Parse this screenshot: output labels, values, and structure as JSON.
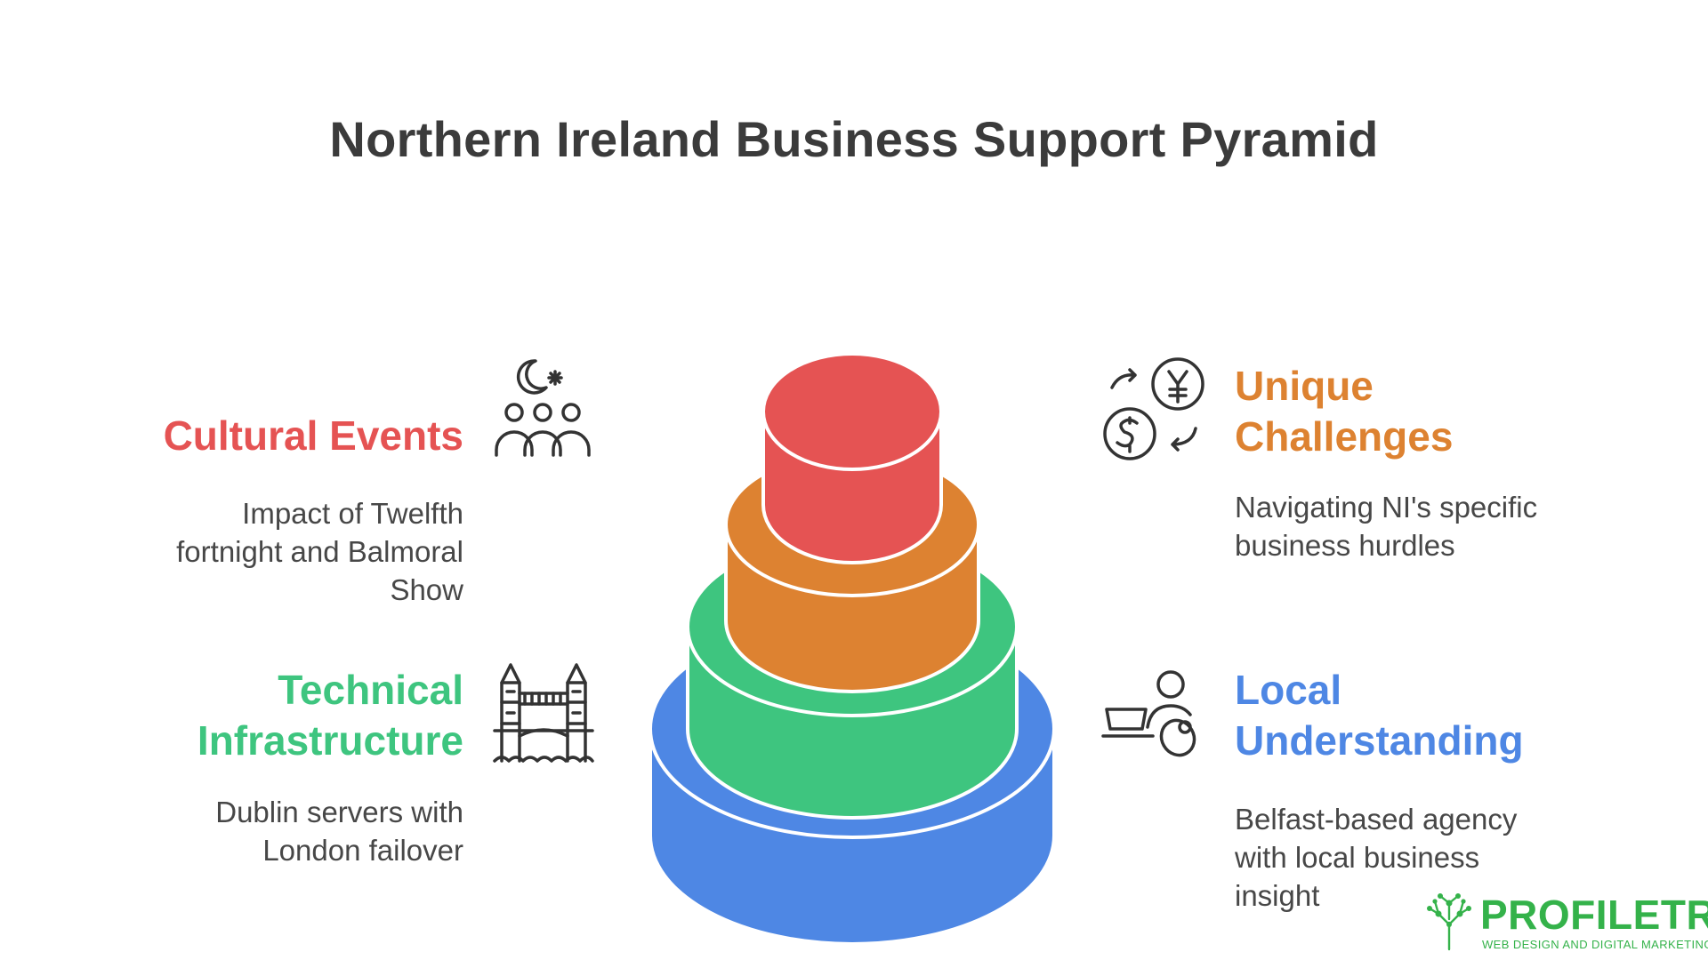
{
  "title": "Northern Ireland Business Support Pyramid",
  "tiers": [
    {
      "order": 1,
      "name": "red",
      "color": "#e55353"
    },
    {
      "order": 2,
      "name": "orange",
      "color": "#dd8231"
    },
    {
      "order": 3,
      "name": "green",
      "color": "#3ec57f"
    },
    {
      "order": 4,
      "name": "blue",
      "color": "#4e87e4"
    }
  ],
  "items": {
    "cultural_events": {
      "heading": "Cultural Events",
      "color": "#e55353",
      "desc": [
        "Impact of Twelfth",
        "fortnight and Balmoral",
        "Show"
      ],
      "icon": "moon-star-people-icon"
    },
    "technical_infrastructure": {
      "heading": [
        "Technical",
        "Infrastructure"
      ],
      "color": "#3ec57f",
      "desc": [
        "Dublin servers with",
        "London failover"
      ],
      "icon": "tower-bridge-icon"
    },
    "unique_challenges": {
      "heading": [
        "Unique",
        "Challenges"
      ],
      "color": "#dd8231",
      "desc": [
        "Navigating NI's specific",
        "business hurdles"
      ],
      "icon": "currency-exchange-icon"
    },
    "local_understanding": {
      "heading": [
        "Local",
        "Understanding"
      ],
      "color": "#4e87e4",
      "desc": [
        "Belfast-based agency",
        "with local business",
        "insight"
      ],
      "icon": "person-laptop-icon"
    }
  },
  "logo": {
    "word": "PROFILETREE",
    "tagline": "WEB DESIGN AND DIGITAL MARKETING",
    "color": "#34b24a",
    "icon": "tree-network-icon"
  }
}
